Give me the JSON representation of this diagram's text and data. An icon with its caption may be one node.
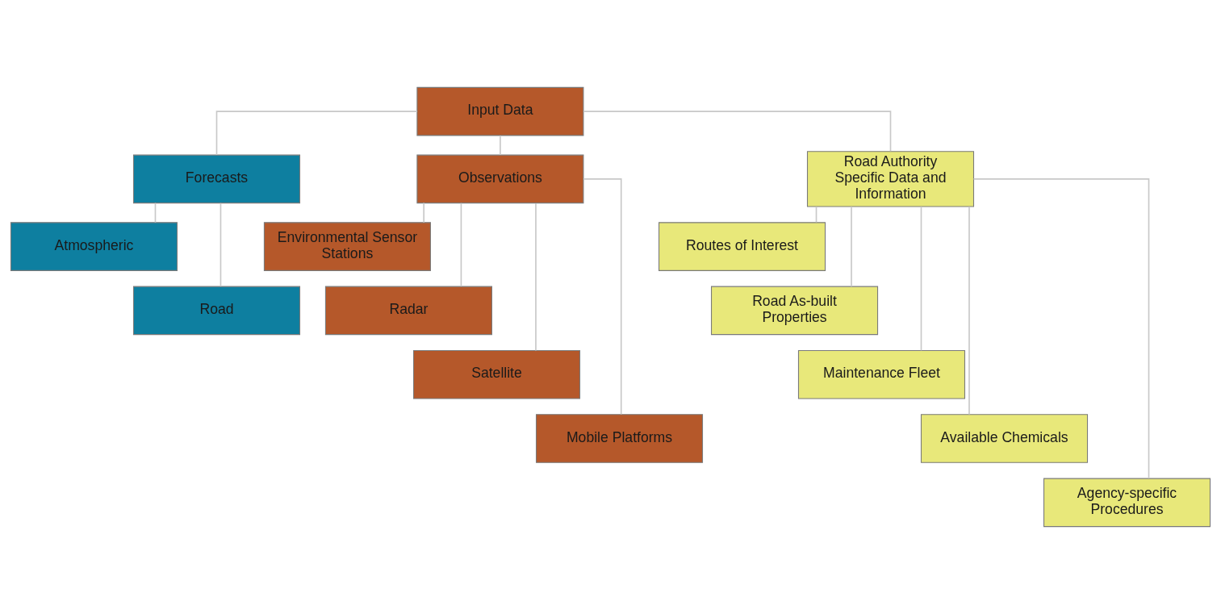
{
  "diagram": {
    "nodes": [
      {
        "text": [
          "Input Data"
        ]
      },
      {
        "text": [
          "Forecasts"
        ]
      },
      {
        "text": [
          "Observations"
        ]
      },
      {
        "text": [
          "Road Authority Specific Data and Information"
        ]
      },
      {
        "text": [
          "Atmospheric"
        ]
      },
      {
        "text": [
          "Road"
        ]
      },
      {
        "text": [
          "Environmental Sensor Stations"
        ]
      },
      {
        "text": [
          "Radar"
        ]
      },
      {
        "text": [
          "Satellite"
        ]
      },
      {
        "text": [
          "Mobile Platforms"
        ]
      },
      {
        "text": [
          "Routes of Interest"
        ]
      },
      {
        "text": [
          "Road As-built Properties"
        ]
      },
      {
        "text": [
          "Maintenance Fleet"
        ]
      },
      {
        "text": [
          "Available Chemicals"
        ]
      },
      {
        "text": [
          "Agency-specific Procedures"
        ]
      }
    ],
    "edges": [
      {
        "from": 0,
        "to": 1,
        "arrow": "none"
      },
      {
        "from": 0,
        "to": 2,
        "arrow": "none"
      },
      {
        "from": 0,
        "to": 3,
        "arrow": "none"
      },
      {
        "from": 1,
        "to": 4,
        "arrow": "none"
      },
      {
        "from": 1,
        "to": 5,
        "arrow": "none"
      },
      {
        "from": 2,
        "to": 6,
        "arrow": "none"
      },
      {
        "from": 2,
        "to": 7,
        "arrow": "none"
      },
      {
        "from": 2,
        "to": 8,
        "arrow": "none"
      },
      {
        "from": 2,
        "to": 9,
        "arrow": "none"
      },
      {
        "from": 3,
        "to": 10,
        "arrow": "none"
      },
      {
        "from": 3,
        "to": 11,
        "arrow": "none"
      },
      {
        "from": 3,
        "to": 12,
        "arrow": "none"
      },
      {
        "from": 3,
        "to": 13,
        "arrow": "none"
      },
      {
        "from": 3,
        "to": 14,
        "arrow": "none"
      }
    ]
  }
}
